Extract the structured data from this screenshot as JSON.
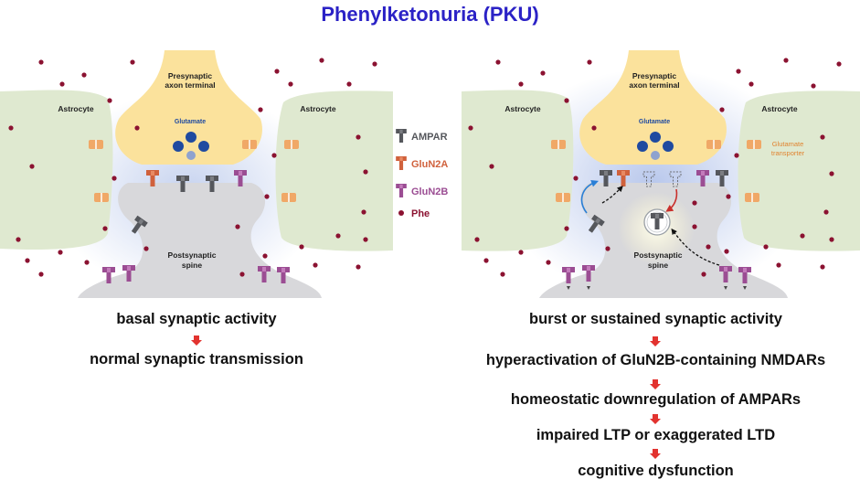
{
  "title": "Phenylketonuria (PKU)",
  "labels": {
    "presynaptic": [
      "Presynaptic",
      "axon terminal"
    ],
    "postsynaptic": [
      "Postsynaptic",
      "spine"
    ],
    "astrocyte": "Astrocyte",
    "glutamate": "Glutamate",
    "glutamate_transporter": [
      "Glutamate",
      "transporter"
    ]
  },
  "legend": [
    {
      "name": "ampar",
      "label": "AMPAR",
      "color": "#55575c"
    },
    {
      "name": "glun2a",
      "label": "GluN2A",
      "color": "#d0613c"
    },
    {
      "name": "glun2b",
      "label": "GluN2B",
      "color": "#9b4d93"
    },
    {
      "name": "phe",
      "label": "Phe",
      "color": "#8b1231"
    }
  ],
  "left_flow": [
    "basal synaptic activity",
    "normal synaptic transmission"
  ],
  "right_flow": [
    "burst or sustained synaptic activity",
    "hyperactivation of GluN2B-containing NMDARs",
    "homeostatic downregulation of AMPARs",
    "impaired LTP or exaggerated LTD",
    "cognitive dysfunction"
  ],
  "colors": {
    "title": "#2b22c6",
    "presynaptic": "#fbe29c",
    "postsynaptic": "#d8d8db",
    "astrocyte": "#dfe9d0",
    "glow": "#c9d4ee",
    "glutamate": "#1f4aa0",
    "transporter": "#f0a867",
    "arrow": "#e2332f",
    "label_text": "#e0832f"
  }
}
